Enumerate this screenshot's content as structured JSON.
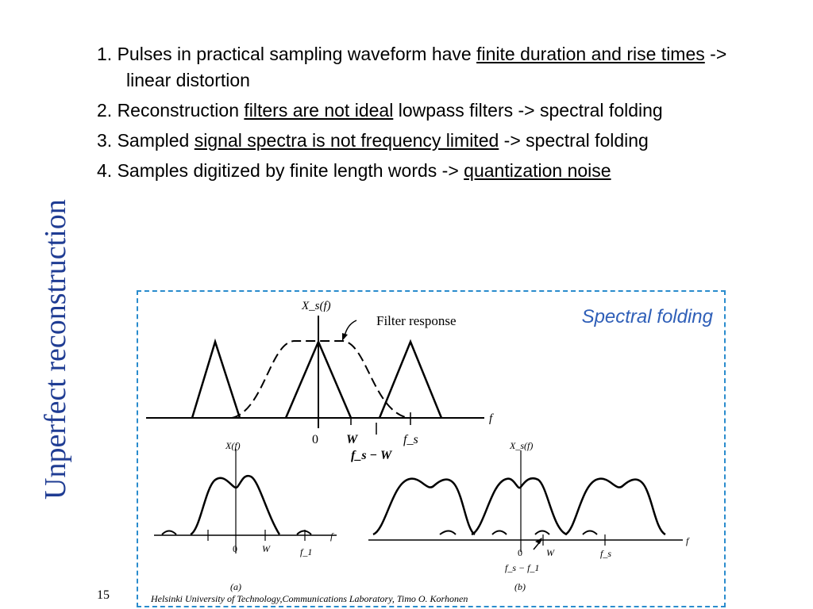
{
  "slide": {
    "side_title": "Unperfect reconstruction",
    "bullets": [
      {
        "parts": [
          {
            "text": "1. Pulses in practical sampling waveform have ",
            "u": false
          },
          {
            "text": "finite duration and rise times",
            "u": true
          },
          {
            "text": " -> linear distortion",
            "u": false
          }
        ]
      },
      {
        "parts": [
          {
            "text": "2. Reconstruction ",
            "u": false
          },
          {
            "text": "filters are not ideal",
            "u": true
          },
          {
            "text": " lowpass filters -> spectral folding",
            "u": false
          }
        ]
      },
      {
        "parts": [
          {
            "text": "3. Sampled ",
            "u": false
          },
          {
            "text": "signal spectra is not frequency limited",
            "u": true
          },
          {
            "text": " -> spectral folding",
            "u": false
          }
        ]
      },
      {
        "parts": [
          {
            "text": "4. Samples digitized by finite length words -> ",
            "u": false
          },
          {
            "text": "quantization noise",
            "u": true
          }
        ]
      }
    ],
    "figure": {
      "caption": "Spectral folding",
      "top_labels": {
        "ylabel": "X_s(f)",
        "filter": "Filter response",
        "zero": "0",
        "w": "W",
        "fs": "f_s",
        "fsw": "f_s − W",
        "f": "f"
      },
      "a_labels": {
        "ylabel": "X(f)",
        "zero": "0",
        "w": "W",
        "f1": "f_1",
        "f": "f",
        "tag": "(a)"
      },
      "b_labels": {
        "ylabel": "X_s(f)",
        "zero": "0",
        "w": "W",
        "fs": "f_s",
        "fsf1": "f_s − f_1",
        "f": "f",
        "tag": "(b)"
      }
    },
    "slide_number": "15",
    "footer": "Helsinki University of Technology,Communications Laboratory, Timo O. Korhonen"
  }
}
